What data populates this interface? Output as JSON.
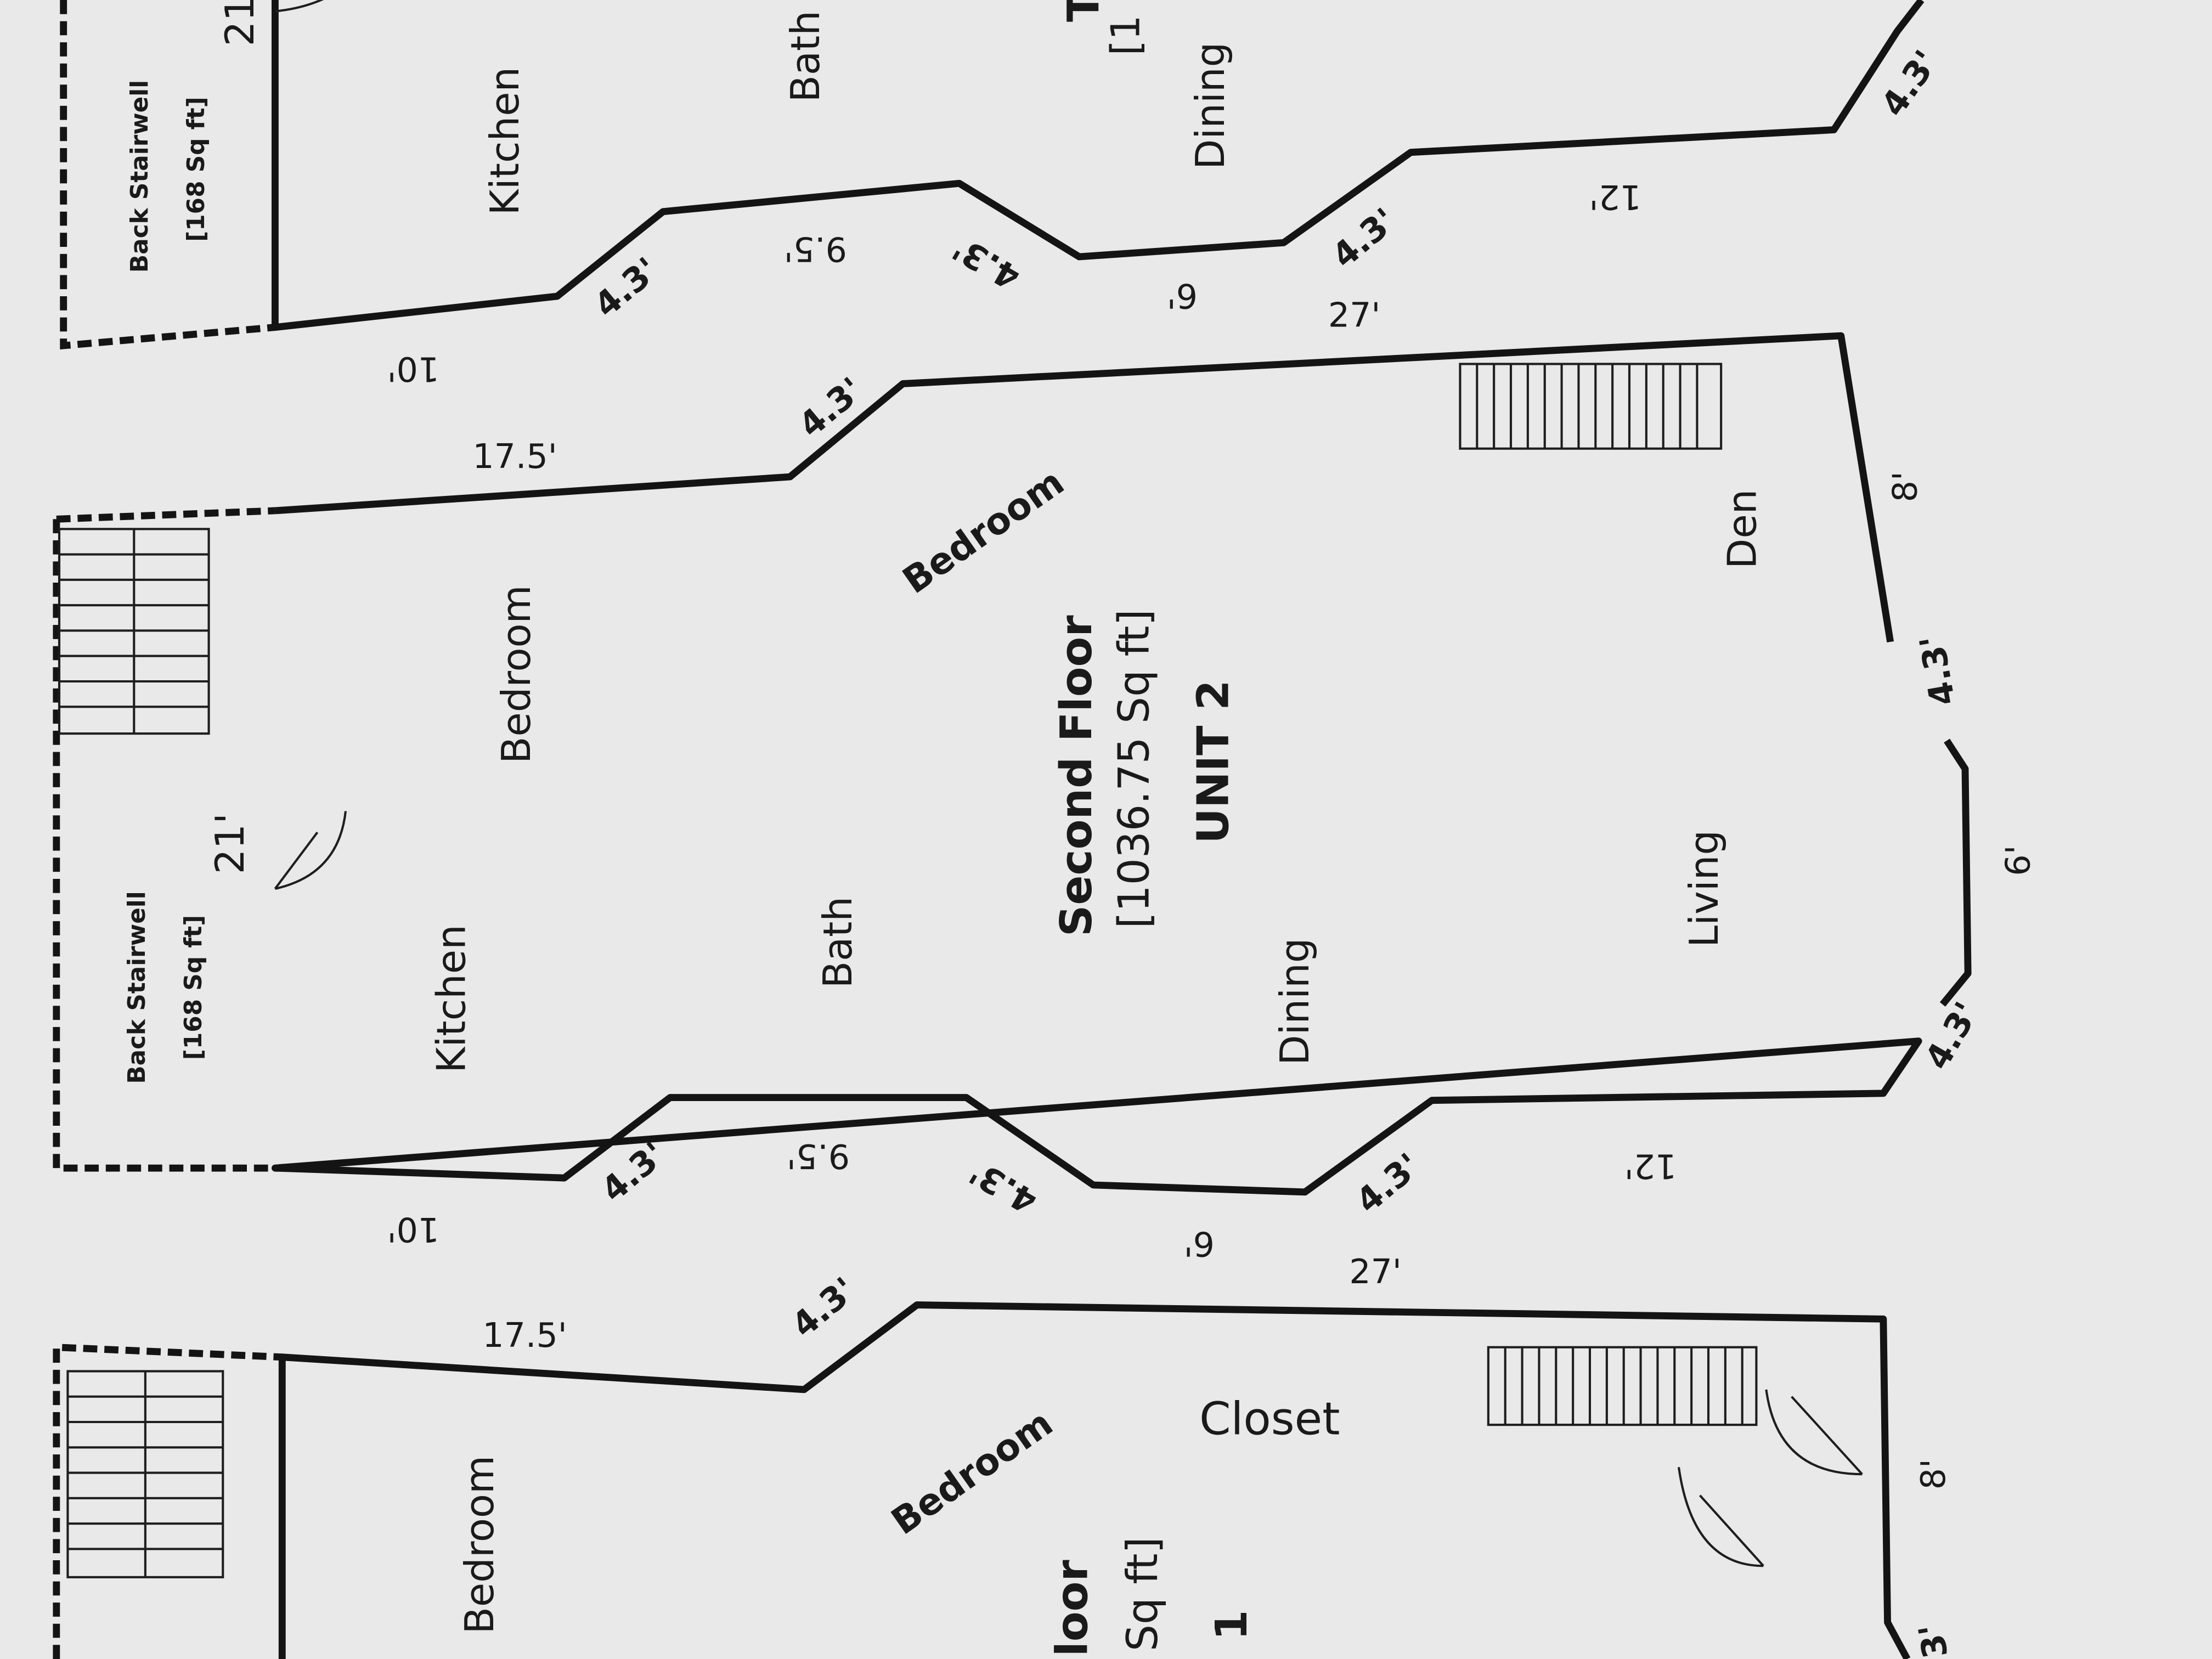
{
  "unit2": {
    "stairwell_name": "Back Stairwell",
    "stairwell_area": "[168 Sq ft]",
    "stair_dim": "21'",
    "title": "Second Floor",
    "area": "[1036.75 Sq ft]",
    "unit": "UNIT 2",
    "rooms": {
      "kitchen": "Kitchen",
      "bedroom1": "Bedroom",
      "bath": "Bath",
      "bedroom2": "Bedroom",
      "dining": "Dining",
      "living": "Living",
      "den": "Den"
    },
    "dims": {
      "top_a": "17.5'",
      "top_diag": "4.3'",
      "top_b": "27'",
      "right_a": "8'",
      "right_diag1": "4.3'",
      "right_b": "6'",
      "right_diag2": "4.3'",
      "bot_a": "12'",
      "bot_diag1": "4.3'",
      "bot_b": "6'",
      "bot_diag2": "4.3'",
      "bot_c": "9.5'",
      "bot_diag3": "4.3'",
      "bot_d": "10'"
    }
  },
  "unit_above": {
    "stairwell_name": "Back Stairwell",
    "stairwell_area": "[168 Sq ft]",
    "stair_dim": "21",
    "rooms": {
      "kitchen": "Kitchen",
      "bath": "Bath",
      "dining": "Dining",
      "partial1": "T",
      "partial2": "[1"
    },
    "dims": {
      "a": "10'",
      "diag1": "4.3'",
      "b": "9.5'",
      "diag2": "4.3'",
      "c": "6'",
      "diag3": "4.3'",
      "d": "12'",
      "diag4": "4.3'"
    }
  },
  "unit_below": {
    "rooms": {
      "bedroom1": "Bedroom",
      "bedroom2": "Bedroom",
      "closet": "Closet"
    },
    "partial_title": "loor",
    "partial_area": "Sq ft]",
    "partial_unit": "1",
    "dims": {
      "top_a": "17.5'",
      "top_diag": "4.3'",
      "top_b": "27'",
      "right_a": "8'",
      "right_diag": "3'"
    }
  }
}
